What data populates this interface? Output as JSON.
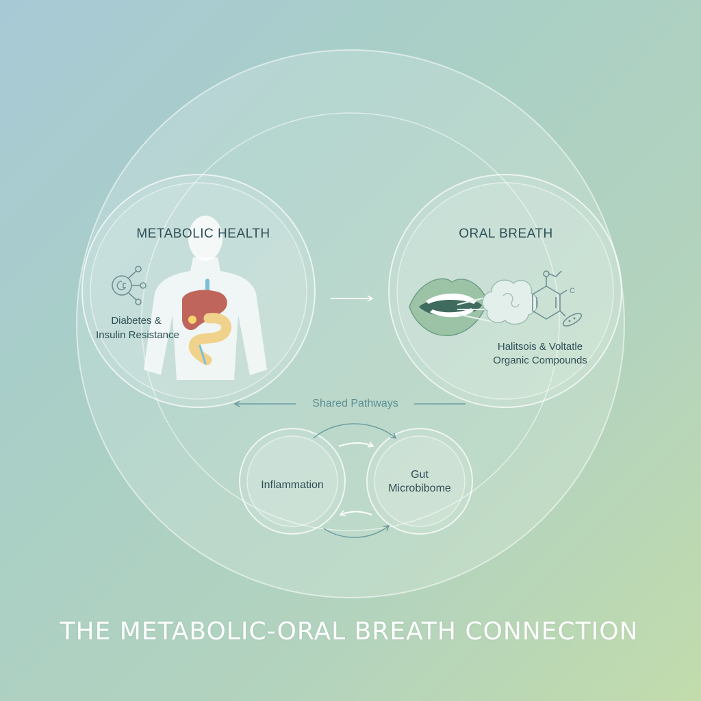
{
  "diagram": {
    "metabolic": {
      "heading": "METABOLIC HEALTH",
      "label_line1": "Diabetes &",
      "label_line2": "Insulin Resistance"
    },
    "oral": {
      "heading": "ORAL BREATH",
      "label_line1": "Halitsois & Voltatle",
      "label_line2": "Organic Compounds"
    },
    "shared_pathways": "Shared Pathways",
    "inflammation": "Inflammation",
    "gut_line1": "Gut",
    "gut_line2": "Microbibome",
    "title": "THE METABOLIC-ORAL BREATH CONNECTION",
    "icons": [
      "body-silhouette-icon",
      "liver-icon",
      "intestine-icon",
      "glucose-molecule-icon",
      "mouth-icon",
      "breath-cloud-icon",
      "chemical-structure-icon",
      "bacteria-icon",
      "arrow-right-icon",
      "arrow-left-icon"
    ],
    "colors": {
      "text": "#2f4f57",
      "title": "#ffffff",
      "liver": "#c0655c",
      "intestine": "#f1d28c",
      "lips": "#9cc3a6"
    }
  }
}
